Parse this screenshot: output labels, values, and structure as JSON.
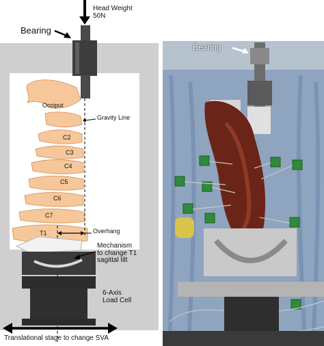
{
  "left_panel": {
    "head_weight_line1": "Head Weight",
    "head_weight_line2": "50N",
    "bearing_label": "Bearing",
    "vertebra_labels": [
      "Occiput",
      "C2",
      "C3",
      "C4",
      "C5",
      "C6",
      "C7",
      "T1"
    ],
    "gravity_line_label": "Gravity Line",
    "overhang_label": "Overhang",
    "mechanism_line1": "Mechanism",
    "mechanism_line2": "to change T1",
    "mechanism_line3": "sagittal tilt",
    "load_cell_line1": "6-Axis",
    "load_cell_line2": "Load Cell",
    "stage_caption": "Translational stage to change SVA"
  },
  "right_panel": {
    "bearing_label": "Bearing"
  },
  "colors": {
    "bone": "#f6c79a",
    "bone_outline": "#d18c52",
    "frame_gray": "#cfcfcf",
    "dark_part": "#3a3a3a",
    "specimen": "#6a2418",
    "curtain": "#8fa6c2",
    "sensor_green": "#2f8a3a"
  }
}
